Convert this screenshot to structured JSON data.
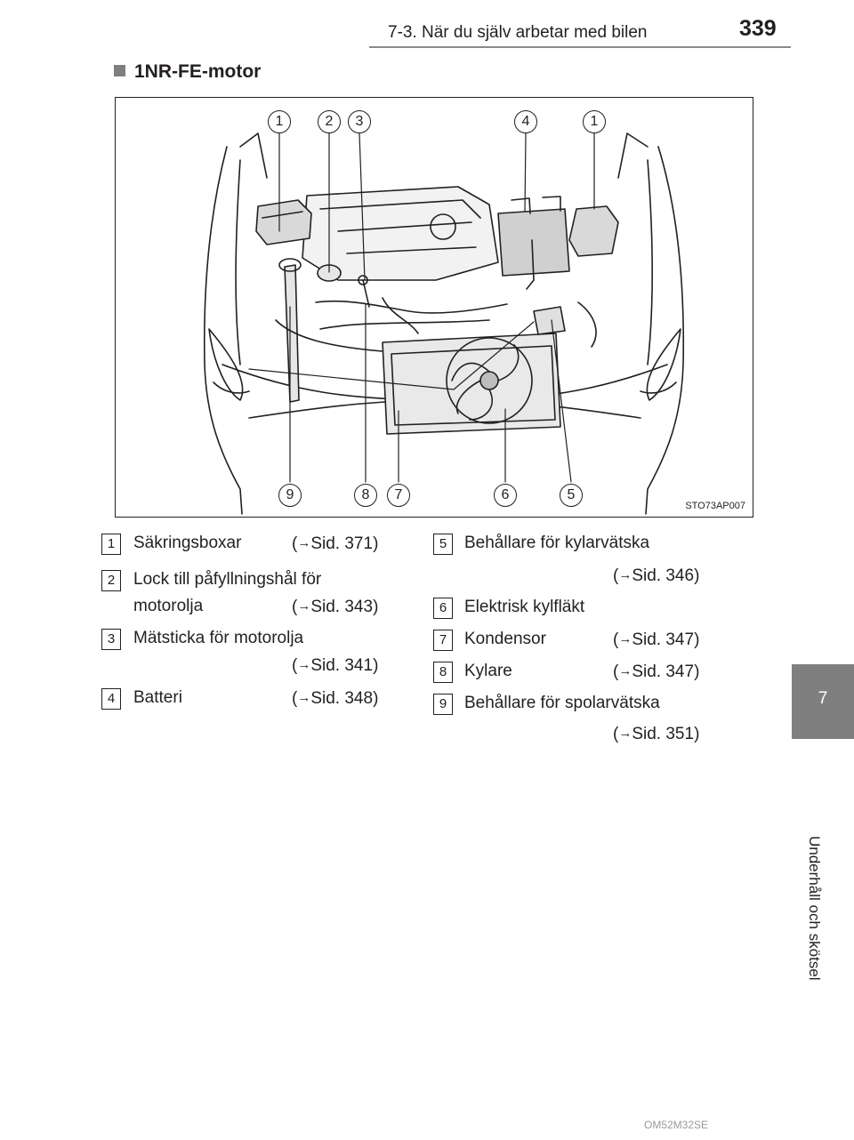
{
  "header": {
    "section": "7-3. När du själv arbetar med bilen",
    "page_number": "339"
  },
  "side_tab": {
    "chapter_number": "7",
    "chapter_title": "Underhåll och skötsel"
  },
  "section_title": "1NR-FE-motor",
  "figure": {
    "code": "STO73AP007",
    "callouts_top": [
      "1",
      "2",
      "3",
      "4",
      "1"
    ],
    "callouts_bottom": [
      "9",
      "8",
      "7",
      "6",
      "5"
    ]
  },
  "legend": [
    {
      "num": "1",
      "text": "Säkringsboxar",
      "text2": "",
      "ref": "Sid. 371"
    },
    {
      "num": "2",
      "text": "Lock till påfyllningshål för",
      "text2": "motorolja",
      "ref": "Sid. 343"
    },
    {
      "num": "3",
      "text": "Mätsticka för motorolja",
      "text2": "",
      "ref": "Sid. 341"
    },
    {
      "num": "4",
      "text": "Batteri",
      "text2": "",
      "ref": "Sid. 348"
    },
    {
      "num": "5",
      "text": "Behållare för kylarvätska",
      "text2": "",
      "ref": "Sid. 346"
    },
    {
      "num": "6",
      "text": "Elektrisk kylfläkt",
      "text2": "",
      "ref": ""
    },
    {
      "num": "7",
      "text": "Kondensor",
      "text2": "",
      "ref": "Sid. 347"
    },
    {
      "num": "8",
      "text": "Kylare",
      "text2": "",
      "ref": "Sid. 347"
    },
    {
      "num": "9",
      "text": "Behållare för spolarvätska",
      "text2": "",
      "ref": "Sid. 351"
    }
  ],
  "footer": "OM52M32SE",
  "icons": {
    "arrow": "right-arrow-icon",
    "bullet": "square-bullet-icon"
  }
}
